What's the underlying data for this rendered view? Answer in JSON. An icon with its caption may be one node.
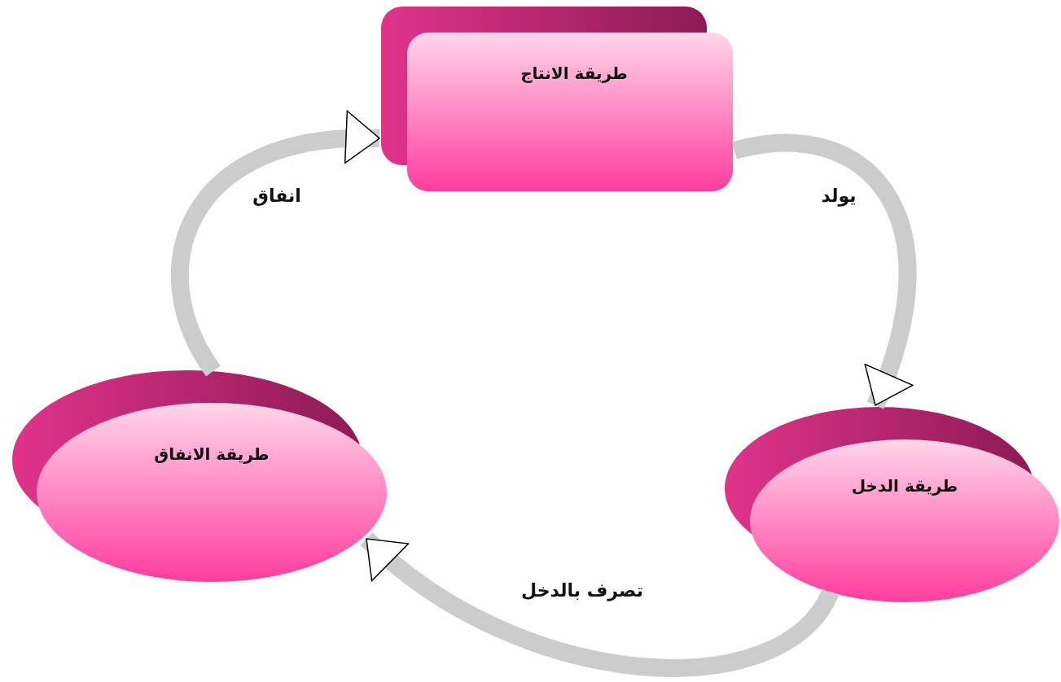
{
  "diagram": {
    "nodes": [
      {
        "text": [
          "طريقة الانتاج"
        ]
      },
      {
        "text": [
          "طريقة الدخل"
        ]
      },
      {
        "text": [
          "طريقة الانفاق"
        ]
      }
    ],
    "edges": [
      {
        "from": 0,
        "to": 1,
        "arrow": "to",
        "label": "يولد"
      },
      {
        "from": 1,
        "to": 2,
        "arrow": "to",
        "label": "تصرف بالدخل"
      },
      {
        "from": 2,
        "to": 0,
        "arrow": "to",
        "label": "انفاق"
      }
    ]
  }
}
